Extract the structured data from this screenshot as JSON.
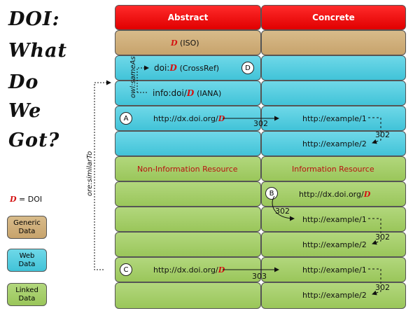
{
  "title": [
    "DOI:",
    "What",
    "Do",
    "We",
    "Got?"
  ],
  "legend": {
    "doi_glyph": "D",
    "doi_text": "= DOI",
    "generic": "Generic\nData",
    "web": "Web\nData",
    "linked": "Linked\nData"
  },
  "headers": {
    "abstract": "Abstract",
    "concrete": "Concrete"
  },
  "rows": {
    "iso": "(ISO)",
    "doi_prefix": "doi:",
    "crossref": "(CrossRef)",
    "info_prefix": "info:doi/",
    "iana": "(IANA)",
    "http_doi": "http://dx.doi.org/",
    "example1": "http://example/1",
    "example2": "http://example/2",
    "non_info": "Non-Information Resource",
    "info_res": "Information Resource"
  },
  "badges": {
    "a": "A",
    "b": "B",
    "c": "C",
    "d": "D"
  },
  "codes": {
    "r302": "302",
    "r303": "303"
  },
  "side": {
    "same_as": "owl:sameAs",
    "similar_to": "ore:similarTo"
  },
  "colors": {
    "header": "#e00000",
    "generic": "#c7a36c",
    "web": "#41c3d8",
    "linked": "#9ac65a",
    "doi_glyph": "#d41212"
  }
}
